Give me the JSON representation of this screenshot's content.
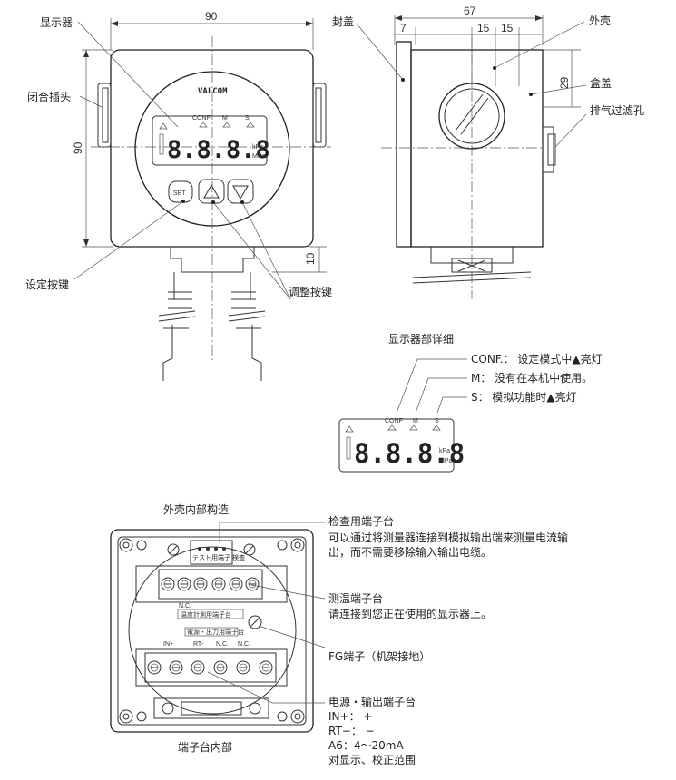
{
  "front": {
    "dim_width": "90",
    "dim_height": "90",
    "dim_bottom": "10",
    "brand": "VALCOM",
    "conf": "CONF",
    "m": "M",
    "s": "S",
    "digits": "8.8.8.8",
    "unit_kpa": "kPa",
    "unit_mpa": "MPa",
    "set_btn": "SET",
    "callouts": {
      "display": "显示器",
      "plug": "闭合插头",
      "set_key": "设定按键",
      "adjust_key": "调整按键"
    }
  },
  "side": {
    "dim_67": "67",
    "dim_7": "7",
    "dim_15a": "15",
    "dim_15b": "15",
    "dim_29": "29",
    "callouts": {
      "seal_cap": "封盖",
      "shell": "外壳",
      "box_cover": "盒盖",
      "vent": "排气过滤孔"
    }
  },
  "display_detail": {
    "title": "显示器部详细",
    "conf": "CONF",
    "m": "M",
    "s": "S",
    "digits": "8.8.8.8",
    "unit_kpa": "kPa",
    "unit_mpa": "MPa",
    "notes": [
      "CONF.：  设定模式中▲亮灯",
      "M：  没有在本机中使用。",
      "S：  模拟功能时▲亮灯"
    ]
  },
  "terminal": {
    "title": "外壳内部构造",
    "caption": "端子台内部",
    "check_mini": "テスト用端子 検査",
    "nc_label": "N.C.",
    "temp_label": "温度計測用端子台",
    "power_label": "電源・出力用端子台",
    "bottom_labels": [
      "IN+",
      "RT-",
      "N.C.",
      "N.C."
    ],
    "callouts": {
      "check_title": "检查用端子台",
      "check_desc_1": "可以通过将测量器连接到模拟输出端来测量电流输",
      "check_desc_2": "出，而不需要移除输入输出电缆。",
      "temp_title": "测温端子台",
      "temp_desc": "请连接到您正在使用的显示器上。",
      "fg": "FG端子（机架接地）",
      "power_title": "电源・输出端子台",
      "power_lines": [
        "IN+：  +",
        "RT−：  −",
        "A6：4～20mA",
        "对显示、校正范围"
      ]
    }
  }
}
